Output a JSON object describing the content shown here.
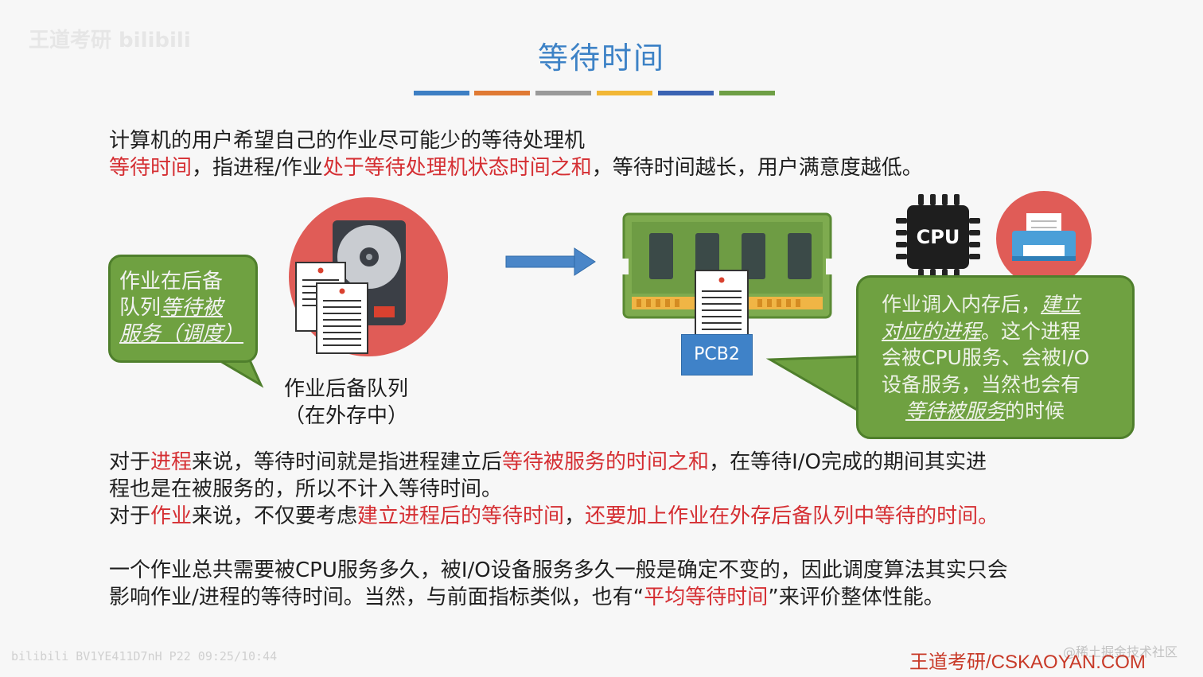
{
  "slide": {
    "title": "等待时间",
    "colorbar_colors": [
      "#3d7fc4",
      "#e07a34",
      "#9a9a9a",
      "#f2b736",
      "#3b63b3",
      "#6e9f45"
    ]
  },
  "intro": {
    "line1": "计算机的用户希望自己的作业尽可能少的等待处理机",
    "line2_term": "等待时间",
    "line2_a": "，指进程/作业",
    "line2_hl": "处于等待处理机状态时间之和",
    "line2_b": "，等待时间越长，用户满意度越低。"
  },
  "diagram": {
    "left_bubble": {
      "line1": "作业在后备",
      "line2_plain": "队列",
      "line2_ul": "等待被",
      "line3_ul": "服务（调度）"
    },
    "queue_caption_line1": "作业后备队列",
    "queue_caption_line2": "（在外存中）",
    "cpu_label": "CPU",
    "pcb_label": "PCB2",
    "right_bubble": {
      "line1_plain": "作业调入内存后，",
      "line1_ul": "建立",
      "line2_ul": "对应的进程",
      "line2_plain": "。这个进程",
      "line3": "会被CPU服务、会被I/O",
      "line4": "设备服务，当然也会有",
      "line5_ul": "等待被服务",
      "line5_plain": "的时候"
    }
  },
  "process_para": {
    "a": "对于",
    "term": "进程",
    "b": "来说，等待时间就是指进程建立后",
    "hl": "等待被服务的时间之和",
    "c": "，在等待I/O完成的期间其实进",
    "line2": "程也是在被服务的，所以不计入等待时间。"
  },
  "job_para": {
    "a": "对于",
    "term": "作业",
    "b": "来说，不仅要考虑",
    "hl1": "建立进程后的等待时间",
    "c": "，",
    "hl2": "还要加上作业在外存后备队列中等待的时间。"
  },
  "summary_para": {
    "line1": "一个作业总共需要被CPU服务多久，被I/O设备服务多久一般是确定不变的，因此调度算法其实只会",
    "line2_a": "影响作业/进程的等待时间。当然，与前面指标类似，也有“",
    "line2_hl": "平均等待时间",
    "line2_b": "”来评价整体性能。"
  },
  "footer": {
    "brand": "王道考研/CSKAOYAN.COM",
    "wm_topleft": "王道考研 bilibili",
    "wm_bottomleft": "bilibili  BV1YE411D7nH P22 09:25/10:44",
    "wm_bottomright": "@稀土掘金技术社区"
  }
}
